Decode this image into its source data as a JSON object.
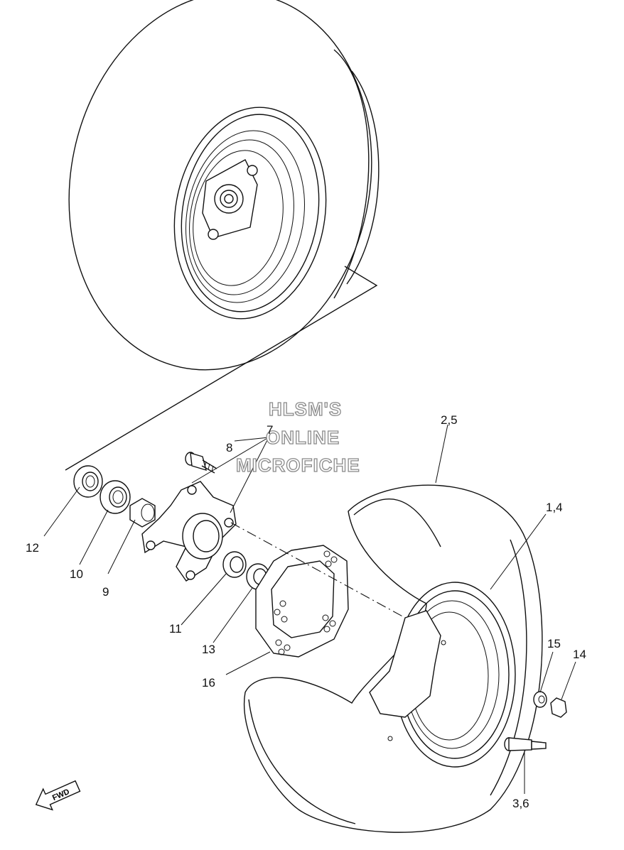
{
  "watermark": {
    "line1": "HLSM'S",
    "line2": "ONLINE",
    "line3": "MICROFICHE"
  },
  "fwd_label": "FWD",
  "callouts": {
    "c_2_5": "2,5",
    "c_1_4": "1,4",
    "c_7": "7",
    "c_8": "8",
    "c_12": "12",
    "c_10": "10",
    "c_9": "9",
    "c_11": "11",
    "c_13": "13",
    "c_16": "16",
    "c_15": "15",
    "c_14": "14",
    "c_3_6": "3,6"
  }
}
